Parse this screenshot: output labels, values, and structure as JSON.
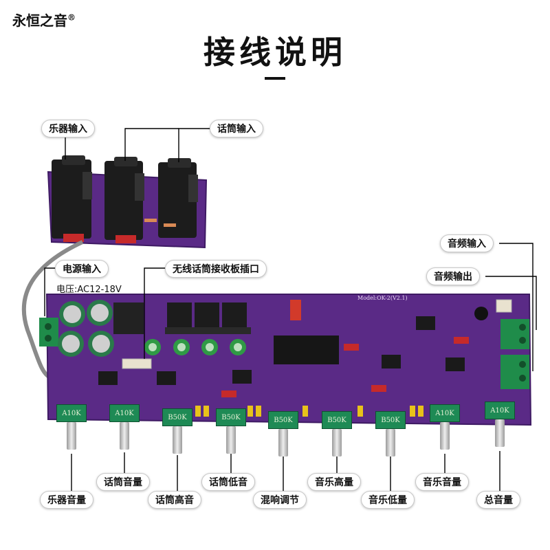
{
  "brand": {
    "name": "永恒之音",
    "mark": "®"
  },
  "title": "接线说明",
  "labels": {
    "instrument_in": "乐器输入",
    "mic_in": "话筒输入",
    "power_in": "电源输入",
    "power_voltage": "电压:AC12-18V",
    "wireless_port": "无线话筒接收板插口",
    "audio_in": "音频输入",
    "audio_out": "音频输出",
    "instrument_vol": "乐器音量",
    "mic_vol": "话筒音量",
    "mic_treble": "话筒高音",
    "mic_bass": "话筒低音",
    "echo": "混响调节",
    "music_treble": "音乐高量",
    "music_bass": "音乐低量",
    "music_vol": "音乐音量",
    "master_vol": "总音量"
  },
  "board": {
    "model": "Model:OK-2(V2.1)"
  },
  "knob_values": [
    "A10K",
    "A10K",
    "B50K",
    "B50K",
    "B50K",
    "B50K",
    "B50K",
    "A10K",
    "A10K"
  ],
  "colors": {
    "pcb": "#5a2a86",
    "pcb_edge": "#3e1a63",
    "jack": "#1c1c1c",
    "knob": "#1e8a55",
    "terminal": "#1f8c4a",
    "cap_yellow": "#e8c21a",
    "cap_red": "#c62a2a"
  }
}
